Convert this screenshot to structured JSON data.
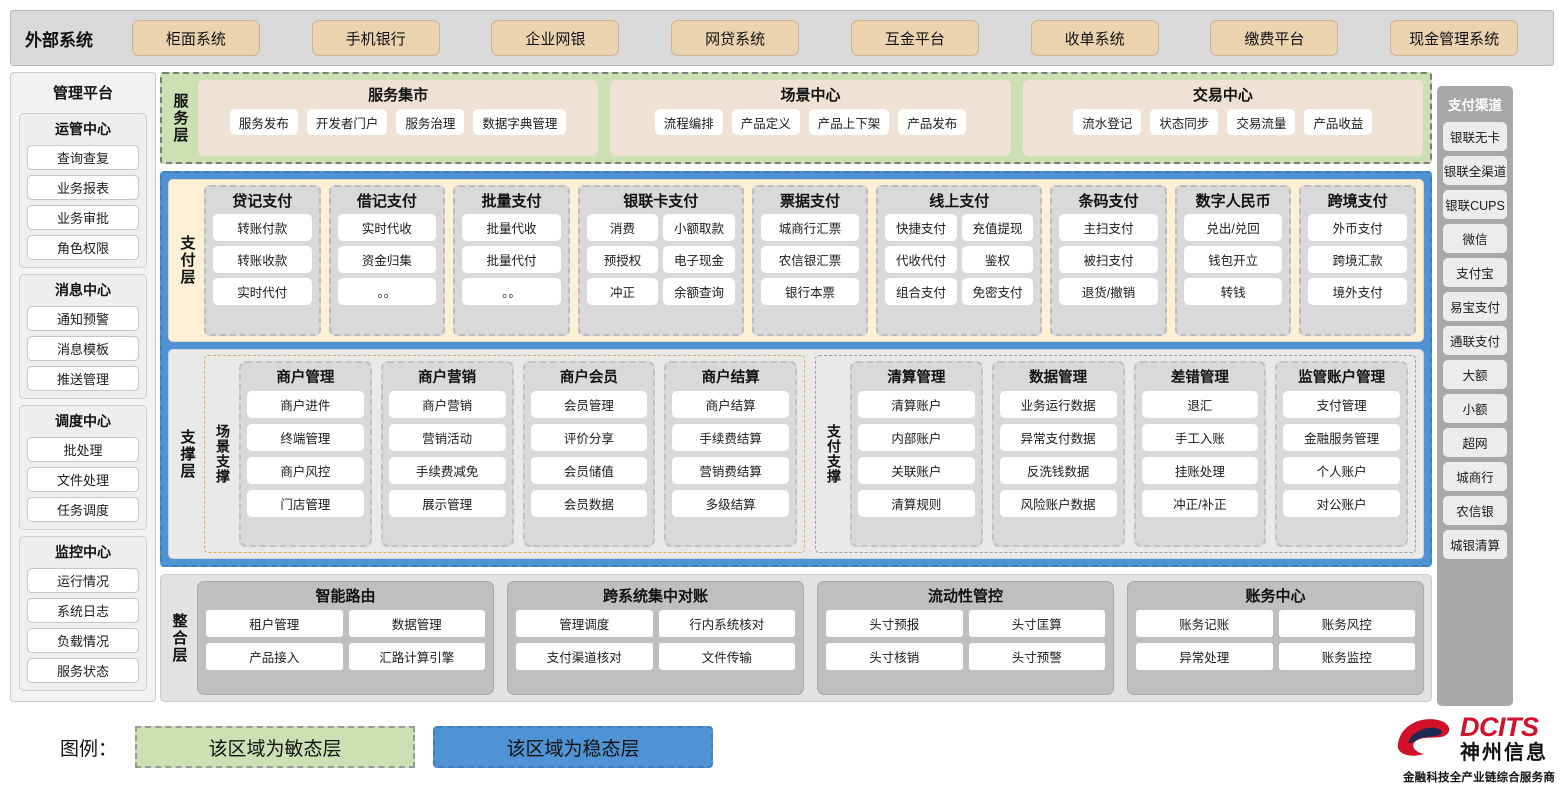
{
  "topbar": {
    "title": "外部系统",
    "items": [
      "柜面系统",
      "手机银行",
      "企业网银",
      "网贷系统",
      "互金平台",
      "收单系统",
      "缴费平台",
      "现金管理系统"
    ]
  },
  "left_panel": {
    "title": "管理平台",
    "groups": [
      {
        "title": "运管中心",
        "items": [
          "查询查复",
          "业务报表",
          "业务审批",
          "角色权限"
        ]
      },
      {
        "title": "消息中心",
        "items": [
          "通知预警",
          "消息模板",
          "推送管理"
        ]
      },
      {
        "title": "调度中心",
        "items": [
          "批处理",
          "文件处理",
          "任务调度"
        ]
      },
      {
        "title": "监控中心",
        "items": [
          "运行情况",
          "系统日志",
          "负载情况",
          "服务状态"
        ]
      }
    ]
  },
  "right_panel": {
    "title": "支付渠道",
    "items": [
      "银联无卡",
      "银联全渠道",
      "银联CUPS",
      "微信",
      "支付宝",
      "易宝支付",
      "通联支付",
      "大额",
      "小额",
      "超网",
      "城商行",
      "农信银",
      "城银清算"
    ]
  },
  "service_layer": {
    "label": "服务层",
    "groups": [
      {
        "title": "服务集市",
        "items": [
          "服务发布",
          "开发者门户",
          "服务治理",
          "数据字典管理"
        ]
      },
      {
        "title": "场景中心",
        "items": [
          "流程编排",
          "产品定义",
          "产品上下架",
          "产品发布"
        ]
      },
      {
        "title": "交易中心",
        "items": [
          "流水登记",
          "状态同步",
          "交易流量",
          "产品收益"
        ]
      }
    ]
  },
  "payment_layer": {
    "label": "支付层",
    "groups": [
      {
        "title": "贷记支付",
        "cols": 1,
        "items": [
          "转账付款",
          "转账收款",
          "实时代付"
        ]
      },
      {
        "title": "借记支付",
        "cols": 1,
        "items": [
          "实时代收",
          "资金归集",
          "。。"
        ]
      },
      {
        "title": "批量支付",
        "cols": 1,
        "items": [
          "批量代收",
          "批量代付",
          "。。"
        ]
      },
      {
        "title": "银联卡支付",
        "cols": 2,
        "items": [
          "消费",
          "小额取款",
          "预授权",
          "电子现金",
          "冲正",
          "余额查询"
        ]
      },
      {
        "title": "票据支付",
        "cols": 1,
        "items": [
          "城商行汇票",
          "农信银汇票",
          "银行本票"
        ]
      },
      {
        "title": "线上支付",
        "cols": 2,
        "items": [
          "快捷支付",
          "充值提现",
          "代收代付",
          "鉴权",
          "组合支付",
          "免密支付"
        ]
      },
      {
        "title": "条码支付",
        "cols": 1,
        "items": [
          "主扫支付",
          "被扫支付",
          "退货/撤销"
        ]
      },
      {
        "title": "数字人民币",
        "cols": 1,
        "items": [
          "兑出/兑回",
          "钱包开立",
          "转钱"
        ]
      },
      {
        "title": "跨境支付",
        "cols": 1,
        "items": [
          "外币支付",
          "跨境汇款",
          "境外支付"
        ]
      }
    ]
  },
  "support_layer": {
    "label": "支撑层",
    "scene": {
      "label": "场景支撑",
      "groups": [
        {
          "title": "商户管理",
          "items": [
            "商户进件",
            "终端管理",
            "商户风控",
            "门店管理"
          ]
        },
        {
          "title": "商户营销",
          "items": [
            "商户营销",
            "营销活动",
            "手续费减免",
            "展示管理"
          ]
        },
        {
          "title": "商户会员",
          "items": [
            "会员管理",
            "评价分享",
            "会员储值",
            "会员数据"
          ]
        },
        {
          "title": "商户结算",
          "items": [
            "商户结算",
            "手续费结算",
            "营销费结算",
            "多级结算"
          ]
        }
      ]
    },
    "paysup": {
      "label": "支付支撑",
      "groups": [
        {
          "title": "清算管理",
          "items": [
            "清算账户",
            "内部账户",
            "关联账户",
            "清算规则"
          ]
        },
        {
          "title": "数据管理",
          "items": [
            "业务运行数据",
            "异常支付数据",
            "反洗钱数据",
            "风险账户数据"
          ]
        },
        {
          "title": "差错管理",
          "items": [
            "退汇",
            "手工入账",
            "挂账处理",
            "冲正/补正"
          ]
        },
        {
          "title": "监管账户管理",
          "items": [
            "支付管理",
            "金融服务管理",
            "个人账户",
            "对公账户"
          ]
        }
      ]
    }
  },
  "integration_layer": {
    "label": "整合层",
    "groups": [
      {
        "title": "智能路由",
        "items": [
          "租户管理",
          "数据管理",
          "产品接入",
          "汇路计算引擎"
        ]
      },
      {
        "title": "跨系统集中对账",
        "items": [
          "管理调度",
          "行内系统核对",
          "支付渠道核对",
          "文件传输"
        ]
      },
      {
        "title": "流动性管控",
        "items": [
          "头寸预报",
          "头寸匡算",
          "头寸核销",
          "头寸预警"
        ]
      },
      {
        "title": "账务中心",
        "items": [
          "账务记账",
          "账务风控",
          "异常处理",
          "账务监控"
        ]
      }
    ]
  },
  "legend": {
    "label": "图例：",
    "agile": "该区域为敏态层",
    "stable": "该区域为稳态层",
    "agile_color": "#cde0b4",
    "stable_color": "#4f93d4"
  },
  "logo": {
    "en": "DCITS",
    "cn": "神州信息",
    "tagline": "金融科技全产业链综合服务商",
    "brand_color": "#d2112a"
  }
}
